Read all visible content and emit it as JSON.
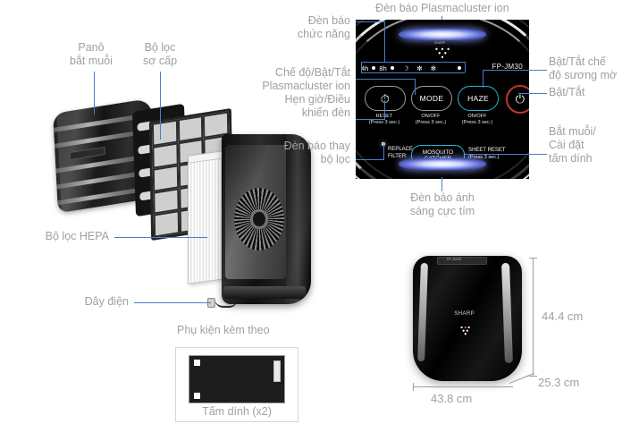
{
  "product": {
    "model": "FP-JM30",
    "brand": "SHARP"
  },
  "exploded_labels": {
    "mosquito_panel": "Panô\nbắt muỗi",
    "pre_filter": "Bộ lọc\nsơ cấp",
    "hepa_filter": "Bộ lọc HEPA",
    "power_cord": "Dây điện"
  },
  "accessory": {
    "heading": "Phụ kiện kèm theo",
    "item_caption": "Tấm dính (x2)"
  },
  "panel_labels_left": {
    "function_indicator": "Đèn báo\nchức năng",
    "plasmacluster_mode": "Chế độ/Bật/Tắt\nPlasmacluster ion",
    "timer_light": "Hẹn giờ/Điều\nkhiển đèn",
    "replace_filter_indicator": "Đèn báo thay\nbộ lọc"
  },
  "panel_labels_top": {
    "plasmacluster_ion": "Đèn báo Plasmacluster ion"
  },
  "panel_labels_bottom": {
    "uv_light": "Đèn báo ánh\nsáng cực tím"
  },
  "panel_labels_right": {
    "haze_mode": "Bật/Tắt chế\nđộ sương mờ",
    "power": "Bật/Tắt",
    "mosquito_sheet": "Bắt muỗi/\nCài đặt\ntấm dính"
  },
  "control_panel": {
    "indicators": [
      "4h",
      "8h"
    ],
    "buttons": [
      {
        "id": "timer",
        "label": "",
        "icon": "timer-icon"
      },
      {
        "id": "mode",
        "label": "MODE"
      },
      {
        "id": "haze",
        "label": "HAZE"
      },
      {
        "id": "power",
        "label": "⏻",
        "icon": "power-icon"
      }
    ],
    "sub_labels": [
      {
        "id": "reset",
        "text": "RESET",
        "note": "(Press 3 sec.)"
      },
      {
        "id": "mode_onoff",
        "text": "ON/OFF",
        "note": "(Press 3 sec.)"
      },
      {
        "id": "haze_onoff",
        "text": "ON/OFF",
        "note": "(Press 3 sec.)"
      }
    ],
    "replace_filter": "REPLACE\nFILTER",
    "mosquito_catcher": [
      "MOSQUITO",
      "CATCHER"
    ],
    "sheet_reset": "SHEET RESET",
    "sheet_reset_note": "(Press 3 sec.)"
  },
  "dimensions": {
    "width": "43.8 cm",
    "height": "44.4 cm",
    "depth": "25.3 cm"
  },
  "colors": {
    "leader_line": "#4a7ecc",
    "label_text": "#a0a0a0",
    "accent_cyan": "#25b7d6",
    "accent_red": "#c0392b",
    "plasma_glow": "#5f6ed8"
  }
}
